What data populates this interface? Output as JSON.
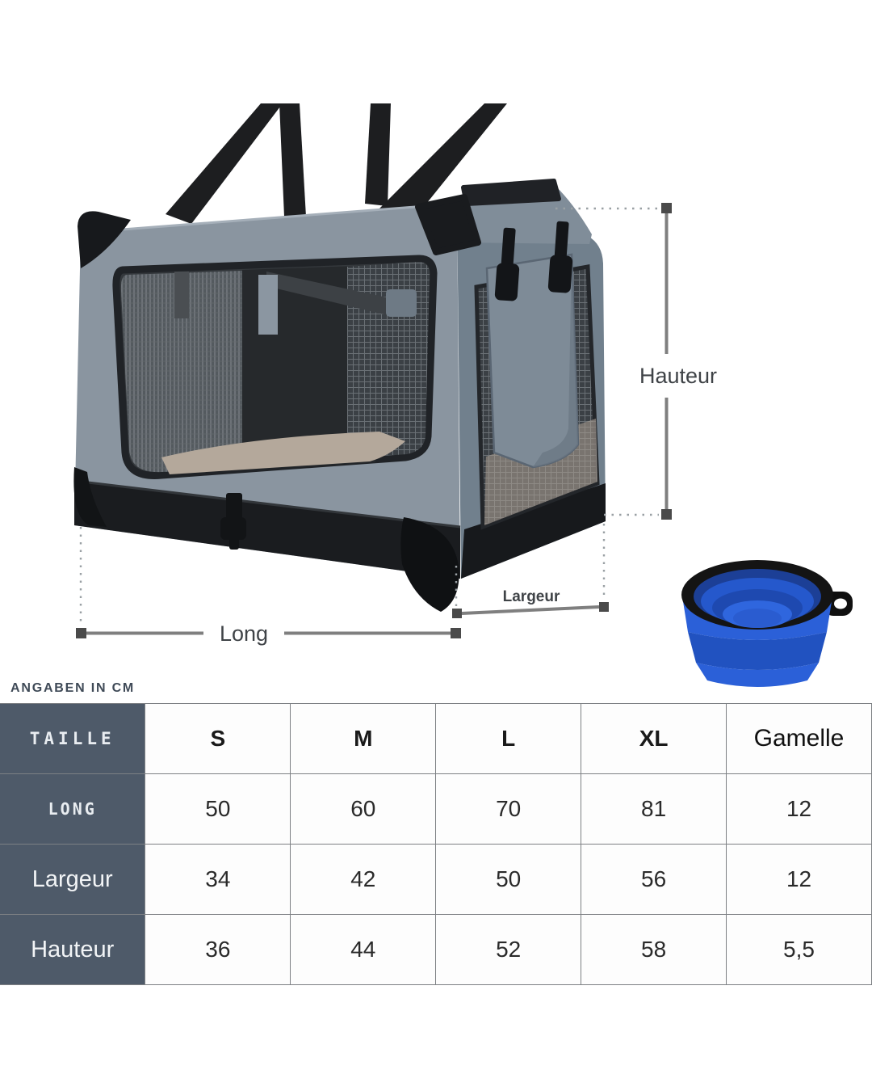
{
  "note_label": "ANGABEN IN CM",
  "diagram": {
    "labels": {
      "hauteur": "Hauteur",
      "long": "Long",
      "largeur": "Largeur"
    },
    "icons": {
      "carrier": "pet-carrier-illustration",
      "bowl": "collapsible-bowl-illustration"
    },
    "colors": {
      "carrier_front": "#8a95a0",
      "carrier_side": "#71808d",
      "trim_black": "#17191c",
      "cushion_beige": "#b4a89b",
      "bowl_blue": "#2b60d8",
      "bowl_rim": "#141414",
      "dimension_line": "#7f7f7f"
    }
  },
  "table": {
    "corner_label": "TAILLE",
    "header_bg": "#4e5a69",
    "columns": [
      "S",
      "M",
      "L",
      "XL",
      "Gamelle"
    ],
    "rows": [
      {
        "label": "LONG",
        "values": [
          "50",
          "60",
          "70",
          "81",
          "12"
        ]
      },
      {
        "label": "Largeur",
        "values": [
          "34",
          "42",
          "50",
          "56",
          "12"
        ]
      },
      {
        "label": "Hauteur",
        "values": [
          "36",
          "44",
          "52",
          "58",
          "5,5"
        ]
      }
    ]
  }
}
